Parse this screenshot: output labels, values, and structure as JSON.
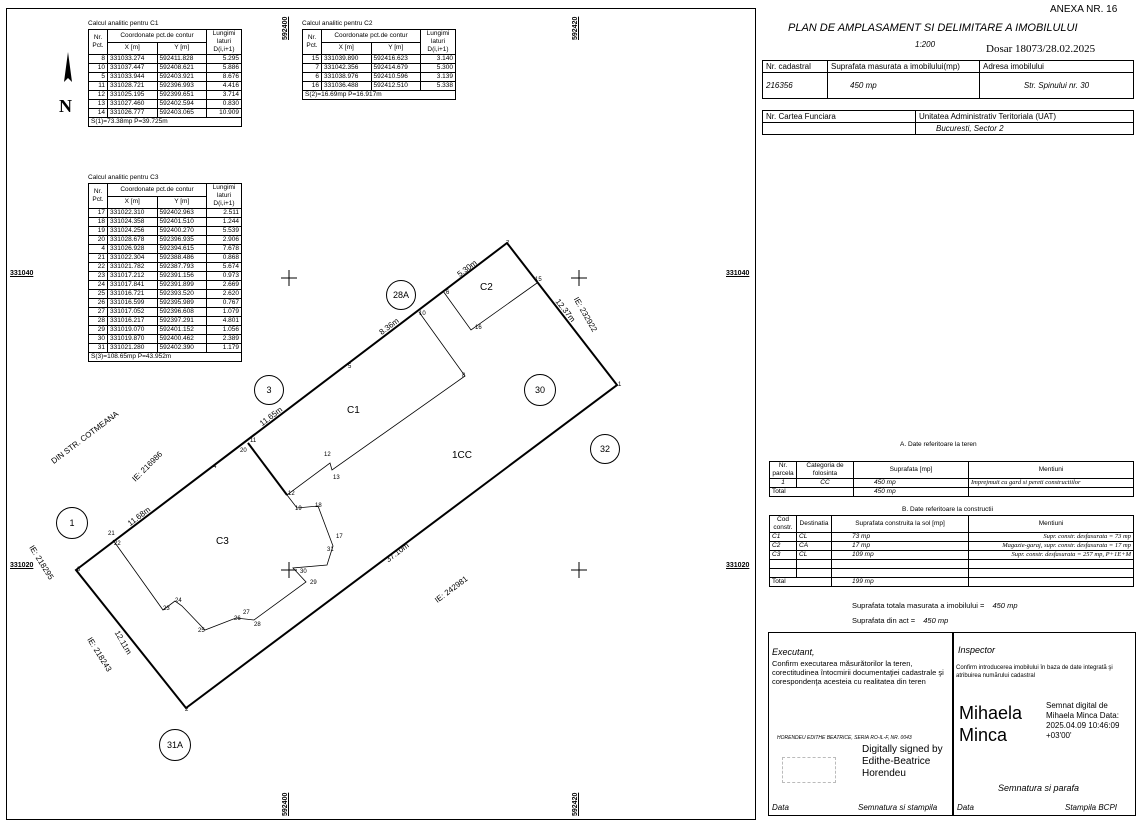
{
  "header": {
    "annex": "ANEXA NR. 16",
    "title": "PLAN DE AMPLASAMENT SI DELIMITARE A IMOBILULUI",
    "scale": "1:200",
    "dosar": "Dosar 18073/28.02.2025"
  },
  "property": {
    "h_cad": "Nr. cadastral",
    "h_area": "Suprafata masurata a imobilului(mp)",
    "h_addr": "Adresa imobilului",
    "cad": "216356",
    "area": "450 mp",
    "addr": "Str. Spinului nr. 30",
    "h_cf": "Nr. Cartea Funciara",
    "h_uat": "Unitatea Administrativ Teritoriala (UAT)",
    "uat": "Bucuresti, Sector 2"
  },
  "tables": {
    "c1": {
      "caption": "Calcul analitic pentru C1",
      "h_nr": "Nr. Pct.",
      "h_coord": "Coordonate pct.de contur",
      "h_x": "X [m]",
      "h_y": "Y [m]",
      "h_len": "Lungimi laturi D(i,i+1)",
      "rows": [
        [
          "8",
          "331033.274",
          "592411.828",
          "5.295"
        ],
        [
          "10",
          "331037.447",
          "592408.621",
          "5.886"
        ],
        [
          "5",
          "331033.944",
          "592403.921",
          "8.676"
        ],
        [
          "11",
          "331028.721",
          "592396.993",
          "4.416"
        ],
        [
          "12",
          "331025.195",
          "592399.651",
          "3.714"
        ],
        [
          "13",
          "331027.460",
          "592402.594",
          "0.830"
        ],
        [
          "14",
          "331026.777",
          "592403.065",
          "10.909"
        ]
      ],
      "footer": "S(1)=73.38mp  P=39.725m"
    },
    "c2": {
      "caption": "Calcul analitic pentru C2",
      "h_nr": "Nr. Pct.",
      "h_coord": "Coordonate pct.de contur",
      "h_x": "X [m]",
      "h_y": "Y [m]",
      "h_len": "Lungimi laturi D(i,i+1)",
      "rows": [
        [
          "15",
          "331039.890",
          "592416.623",
          "3.140"
        ],
        [
          "7",
          "331042.356",
          "592414.679",
          "5.300"
        ],
        [
          "6",
          "331038.976",
          "592410.596",
          "3.139"
        ],
        [
          "16",
          "331036.488",
          "592412.510",
          "5.338"
        ]
      ],
      "footer": "S(2)=16.69mp  P=16.917m"
    },
    "c3": {
      "caption": "Calcul analitic pentru C3",
      "h_nr": "Nr. Pct.",
      "h_coord": "Coordonate pct.de contur",
      "h_x": "X [m]",
      "h_y": "Y [m]",
      "h_len": "Lungimi laturi D(i,i+1)",
      "rows": [
        [
          "17",
          "331022.310",
          "592402.963",
          "2.511"
        ],
        [
          "18",
          "331024.358",
          "592401.510",
          "1.244"
        ],
        [
          "19",
          "331024.256",
          "592400.270",
          "5.539"
        ],
        [
          "20",
          "331028.678",
          "592396.935",
          "2.906"
        ],
        [
          "4",
          "331026.928",
          "592394.615",
          "7.678"
        ],
        [
          "21",
          "331022.304",
          "592388.486",
          "0.868"
        ],
        [
          "22",
          "331021.782",
          "592387.793",
          "5.674"
        ],
        [
          "23",
          "331017.212",
          "592391.156",
          "0.973"
        ],
        [
          "24",
          "331017.841",
          "592391.899",
          "2.669"
        ],
        [
          "25",
          "331016.721",
          "592393.520",
          "2.620"
        ],
        [
          "26",
          "331016.599",
          "592395.989",
          "0.767"
        ],
        [
          "27",
          "331017.052",
          "592396.608",
          "1.079"
        ],
        [
          "28",
          "331016.217",
          "592397.291",
          "4.801"
        ],
        [
          "29",
          "331019.070",
          "592401.152",
          "1.056"
        ],
        [
          "30",
          "331019.870",
          "592400.462",
          "2.389"
        ],
        [
          "31",
          "331021.280",
          "592402.390",
          "1.179"
        ]
      ],
      "footer": "S(3)=108.65mp  P=43.952m"
    }
  },
  "grid": {
    "x_top": "331040",
    "x_bottom": "331020",
    "y_left": "592400",
    "y_right": "592420"
  },
  "north": "N",
  "plan": {
    "points": [
      "1",
      "2",
      "3",
      "4",
      "5",
      "6",
      "7",
      "8",
      "10",
      "11",
      "12",
      "13",
      "14",
      "15",
      "16",
      "17",
      "18",
      "19",
      "20",
      "21",
      "22",
      "23",
      "24",
      "25",
      "26",
      "27",
      "28",
      "29",
      "30",
      "31"
    ],
    "buildings": {
      "c1": "C1",
      "c2": "C2",
      "c3": "C3",
      "lot": "1CC"
    },
    "distances": {
      "d1": "5.30m",
      "d2": "12.37m",
      "d3": "8.36m",
      "d4": "11.65m",
      "d5": "11.68m",
      "d6": "37.10m",
      "d7": "12.11m"
    },
    "neighbors": {
      "n1": "28A",
      "n2": "3",
      "n3": "30",
      "n4": "32",
      "n5": "1",
      "n6": "31A"
    },
    "ie": {
      "e1": "IE: 232922",
      "e2": "IE: 216986",
      "e3": "IE: 218295",
      "e4": "IE: 242981",
      "e5": "IE: 218243"
    },
    "street": "DIN STR. COTMEANA"
  },
  "section_a": {
    "title": "A. Date referitoare la teren",
    "h_nr": "Nr. parcela",
    "h_cat": "Categoria de folosinta",
    "h_sup": "Suprafata  [mp]",
    "h_ment": "Mentiuni",
    "row": {
      "nr": "1",
      "cat": "CC",
      "sup": "450 mp",
      "ment": "Imprejmuit cu gard si pereti constructiilor"
    },
    "total_label": "Total",
    "total": "450 mp"
  },
  "section_b": {
    "title": "B. Date referitoare la constructii",
    "h_cod": "Cod constr.",
    "h_dest": "Destinatia",
    "h_sup": "Suprafata construita la sol  [mp]",
    "h_ment": "Mentiuni",
    "rows": [
      {
        "cod": "C1",
        "dest": "CL",
        "sup": "73 mp",
        "ment": "Supr. constr. desfasurata = 73 mp"
      },
      {
        "cod": "C2",
        "dest": "CA",
        "sup": "17 mp",
        "ment": "Magazie-garaj, supr. constr. desfasurata = 17 mp"
      },
      {
        "cod": "C3",
        "dest": "CL",
        "sup": "109 mp",
        "ment": "Supr. constr. desfasurata = 257 mp, P+1E+M"
      }
    ],
    "total_label": "Total",
    "total": "199 mp"
  },
  "totals": {
    "measured_label": "Suprafata totala masurata a imobilului =",
    "measured": "450 mp",
    "act_label": "Suprafata din act =",
    "act": "450 mp"
  },
  "executant": {
    "title": "Executant,",
    "text": "Confirm executarea măsurătorilor la teren, corectitudinea întocmirii documentaţiei cadastrale şi corespondenţa acesteia cu realitatea din teren",
    "name": "HORENDEU EDITHE BEATRICE, SERIA RO-IL-F, NR. 0043",
    "signed": "Digitally signed by Edithe-Beatrice Horendeu",
    "data": "Data",
    "sign": "Semnatura si stampila"
  },
  "inspector": {
    "title": "Inspector",
    "text": "Confirm introducerea imobilului în baza de date integrată şi atribuirea numărului cadastral",
    "name_big": "Mihaela Minca",
    "sig": "Semnat digital de Mihaela Minca Data: 2025.04.09 10:46:09 +03'00'",
    "parafa": "Semnatura si parafa",
    "data": "Data",
    "stampila": "Stampila BCPI"
  }
}
